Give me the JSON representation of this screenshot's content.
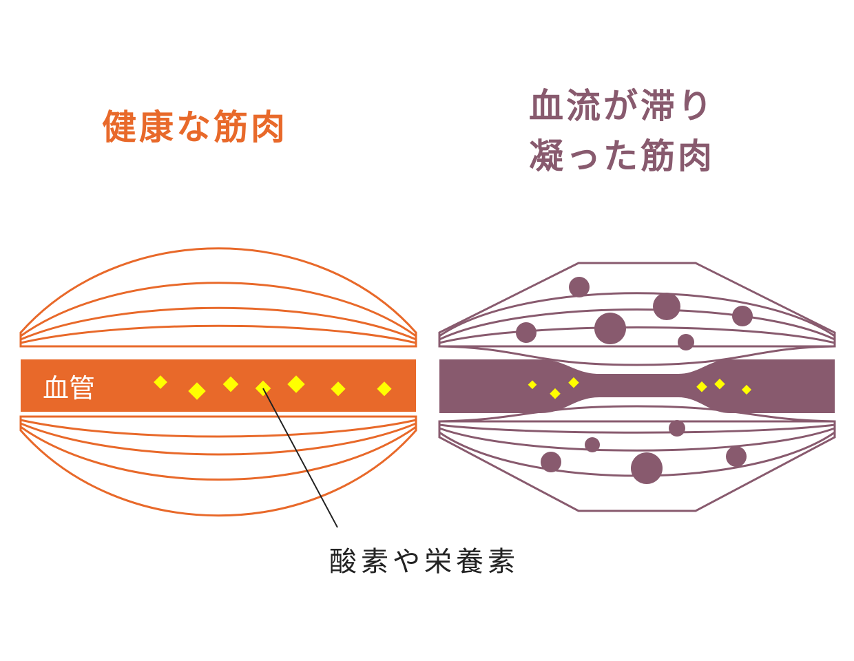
{
  "colors": {
    "healthy": "#e8692a",
    "stagnant": "#885a6e",
    "nutrient": "#ffff00",
    "line": "#222222"
  },
  "healthy": {
    "title": "健康な筋肉",
    "vessel_label": "血管"
  },
  "stagnant": {
    "title_line1": "血流が滞り",
    "title_line2": "凝った筋肉"
  },
  "caption": "酸素や栄養素"
}
